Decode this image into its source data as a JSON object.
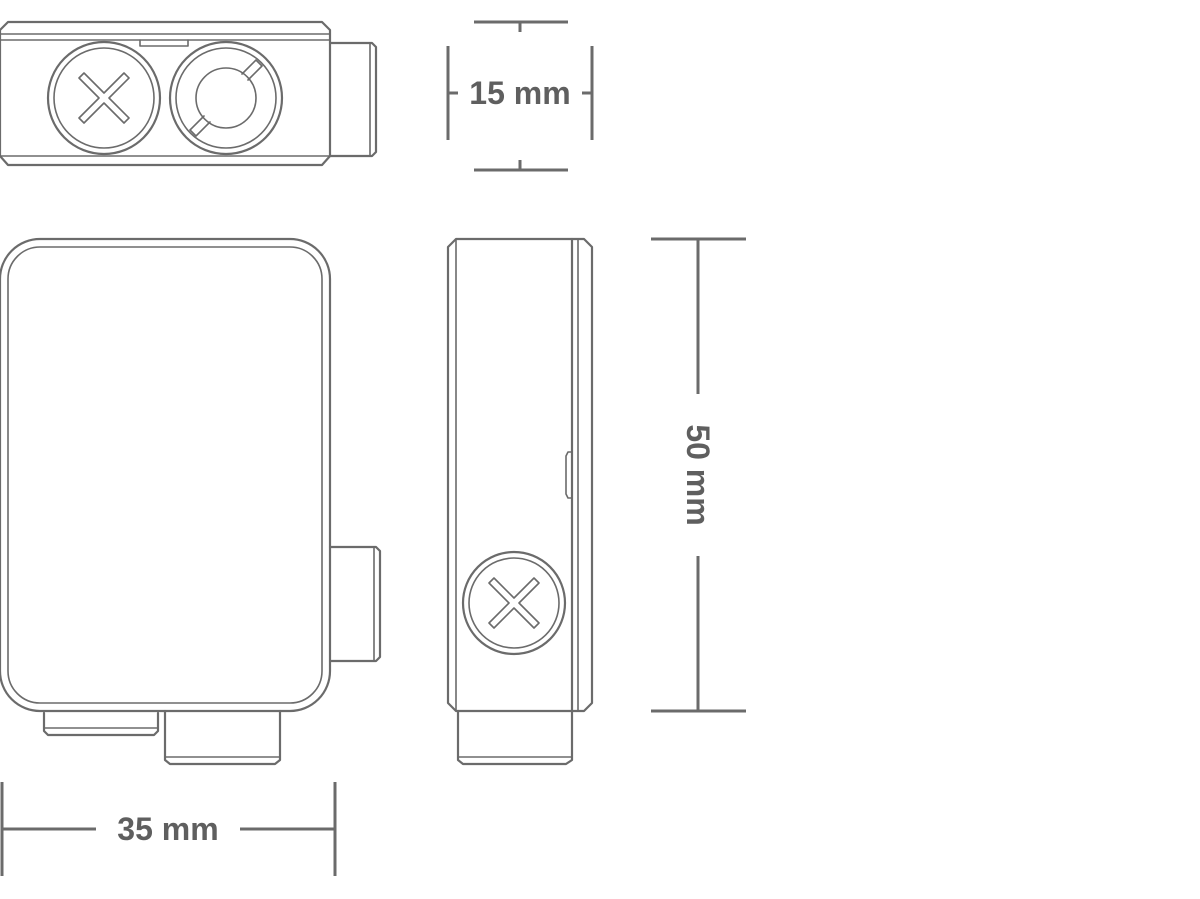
{
  "dimensions": {
    "thickness": "15 mm",
    "height": "50 mm",
    "width": "35 mm"
  },
  "colors": {
    "line": "#6b6b6b",
    "label": "#5f5f5f",
    "background": "#ffffff"
  },
  "icons": {
    "button_left": "x-mark-icon",
    "button_right": "power-slash-icon",
    "side_button": "x-mark-icon"
  }
}
